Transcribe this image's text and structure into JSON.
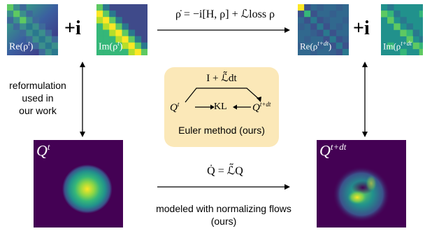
{
  "top_left": {
    "re_label": "Re(ρ",
    "re_sup": "t",
    "im_label": "Im(ρ",
    "im_sup": "t",
    "plus_i": "+i"
  },
  "top_right": {
    "re_label": "Re(ρ",
    "re_sup": "t+dt",
    "im_label": "Im(ρ",
    "im_sup": "t+dt",
    "plus_i": "+i"
  },
  "top_equation": "ρ̇ = −i[H, ρ] + ℒloss ρ",
  "left_text": [
    "reformulation",
    "used in",
    "our work"
  ],
  "euler": {
    "operator": "I + ℒ̃dt",
    "q_left": "Q",
    "q_left_sup": "t",
    "center": "KL",
    "q_right": "Q",
    "q_right_sup": "t+dt",
    "caption": "Euler method (ours)"
  },
  "bottom_left_label": "Q",
  "bottom_left_sup": "t",
  "bottom_right_label": "Q",
  "bottom_right_sup": "t+dt",
  "bottom_equation": "Q̇ = ℒ̃Q",
  "bottom_caption": [
    "modeled with normalizing flows",
    "(ours)"
  ],
  "colors": {
    "viridis_dark": "#440154",
    "viridis_teal": "#21918c",
    "viridis_green": "#5ec962",
    "viridis_yellow": "#fde725",
    "euler_box": "#fbe8b8"
  }
}
